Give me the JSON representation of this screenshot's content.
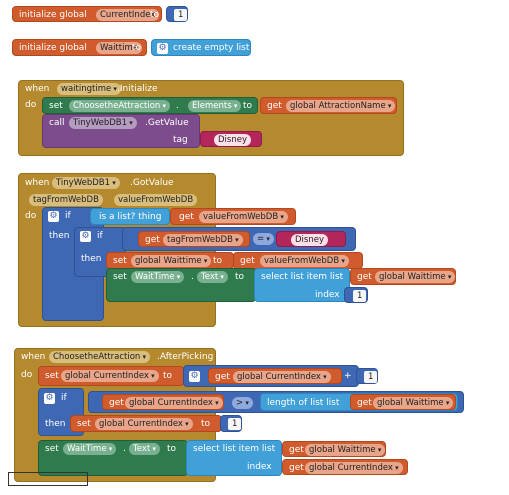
{
  "init_current_index": {
    "prefix": "initialize global",
    "name": "CurrentIndex",
    "to": "to",
    "value": "1"
  },
  "init_waittime": {
    "prefix": "initialize global",
    "name": "Waittime",
    "to": "to",
    "value": "create empty list"
  },
  "waitingtime_initialize": {
    "when": "when",
    "component": "waitingtime",
    "event": ".Initialize",
    "do": "do",
    "set": "set",
    "target": "ChoosetheAttraction",
    "dot": ".",
    "property": "Elements",
    "to": "to",
    "get": "get",
    "get_var": "global AttractionName",
    "call": "call",
    "db": "TinyWebDB1",
    "method": ".GetValue",
    "tag_label": "tag",
    "tag_value": "Disney"
  },
  "tinywebdb_gotvalue": {
    "when": "when",
    "component": "TinyWebDB1",
    "event": ".GotValue",
    "param1": "tagFromWebDB",
    "param2": "valueFromWebDB",
    "do": "do",
    "if": "if",
    "then": "then",
    "is_list": "is a list?  thing",
    "get": "get",
    "value_var": "valueFromWebDB",
    "tag_var": "tagFromWebDB",
    "eq": "=",
    "disney": "Disney",
    "set": "set",
    "set_var": "global Waittime",
    "to": "to",
    "get_value": "valueFromWebDB",
    "set_comp": "WaitTime",
    "dot": ".",
    "set_prop": "Text",
    "select_list": "select list item  list",
    "get_waittime": "global Waittime",
    "index_label": "index",
    "index_value": "1"
  },
  "choose_afterpicking": {
    "when": "when",
    "component": "ChoosetheAttraction",
    "event": ".AfterPicking",
    "do": "do",
    "set": "set",
    "set_var": "global CurrentIndex",
    "to": "to",
    "get": "get",
    "get_current": "global CurrentIndex",
    "plus": "+",
    "one": "1",
    "if": "if",
    "then": "then",
    "gt": ">",
    "length_of_list": "length of list  list",
    "get_waittime": "global Waittime",
    "set_comp": "WaitTime",
    "dot": ".",
    "set_prop": "Text",
    "select_list": "select list item  list",
    "index_label": "index"
  }
}
